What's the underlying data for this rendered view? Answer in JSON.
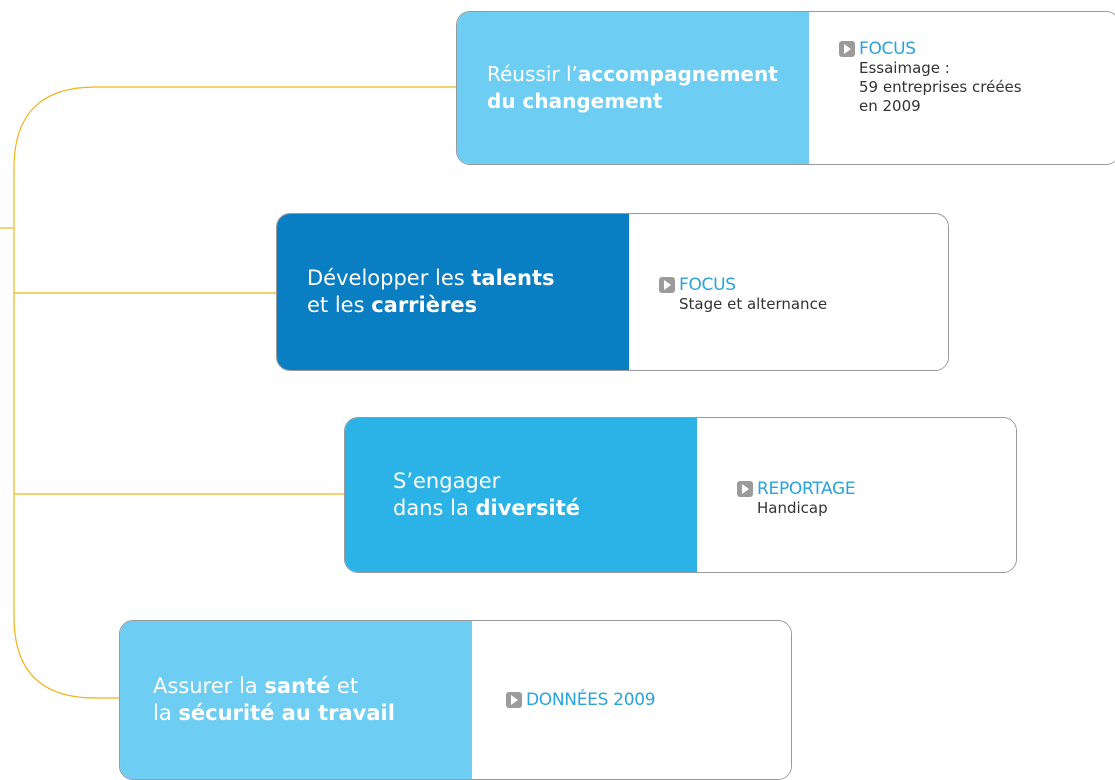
{
  "colors": {
    "connector": "#f2b31b",
    "light_blue": "#6dcdf2",
    "dark_blue": "#0a7ec2",
    "mid_blue": "#2bb2e6",
    "tag_blue": "#2aa3dd",
    "play_icon_gray": "#9b9b9b"
  },
  "cards": [
    {
      "title_parts": [
        "Réussir l’",
        "accompagnement",
        "du changement"
      ],
      "tag_icon": "play-icon",
      "tag": "FOCUS",
      "detail_lines": [
        "Essaimage :",
        "59 entreprises créées",
        "en 2009"
      ]
    },
    {
      "title_parts": [
        "Développer les ",
        "talents",
        "et les ",
        "carrières"
      ],
      "tag_icon": "play-icon",
      "tag": "FOCUS",
      "detail_lines": [
        "Stage et alternance"
      ]
    },
    {
      "title_parts": [
        "S’engager",
        "dans la ",
        "diversité"
      ],
      "tag_icon": "play-icon",
      "tag": "REPORTAGE",
      "detail_lines": [
        "Handicap"
      ]
    },
    {
      "title_parts": [
        "Assurer la ",
        "santé",
        " et",
        "la ",
        "sécurité au travail"
      ],
      "tag_icon": "play-icon",
      "tag": "DONNÉES 2009",
      "detail_lines": []
    }
  ]
}
